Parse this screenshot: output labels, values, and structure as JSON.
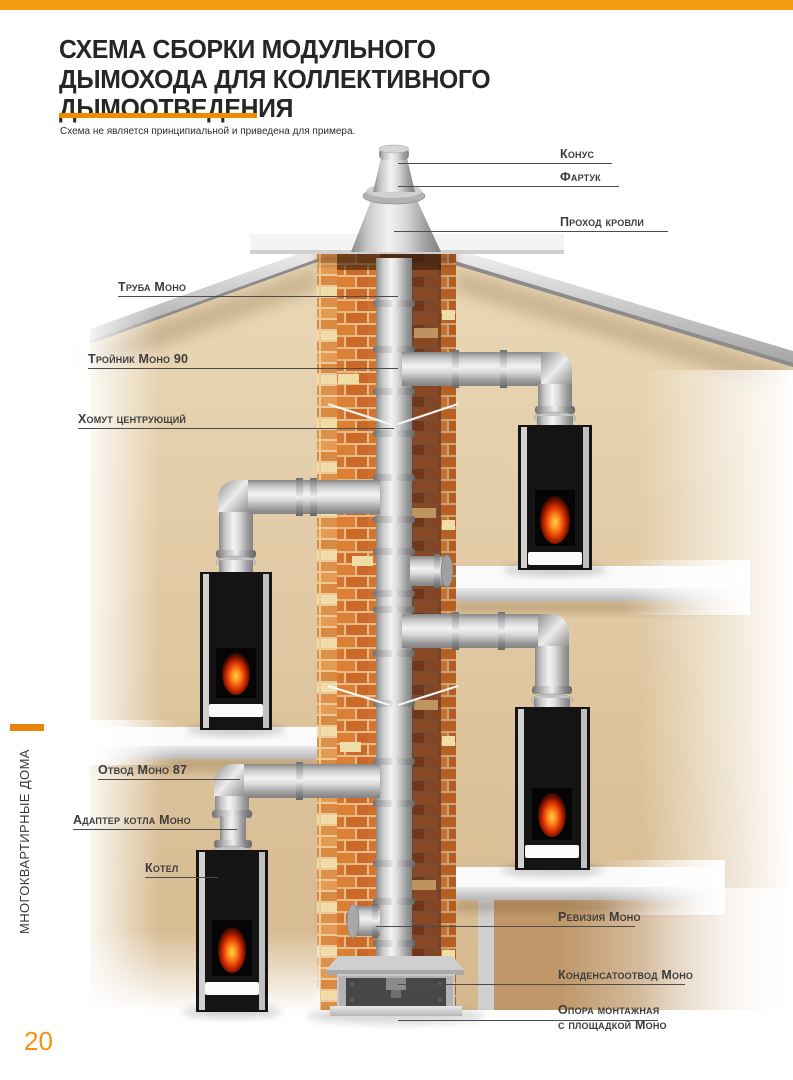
{
  "page": {
    "number": "20",
    "sidebar_label": "МНОГОКВАРТИРНЫЕ ДОМА"
  },
  "header": {
    "title_lines": [
      "СХЕМА СБОРКИ МОДУЛЬНОГО",
      "ДЫМОХОДА ДЛЯ КОЛЛЕКТИВНОГО",
      "ДЫМООТВЕДЕНИЯ"
    ],
    "subtitle": "Схема не является принципиальной и приведена для примера."
  },
  "diagram": {
    "labels": {
      "konus": "Конус",
      "fartuk": "Фартук",
      "prohod_krovli": "Проход кровли",
      "truba_mono": "Труба Моно",
      "troynik_mono_90": "Тройник Моно 90",
      "homut_centr": "Хомут центрующий",
      "otvod_mono_87": "Отвод Моно 87",
      "adapter_kotla_mono": "Адаптер котла Моно",
      "kotel": "Котел",
      "reviziya_mono": "Ревизия Моно",
      "kondensatootvod_mono": "Конденсатоотвод Моно",
      "opora_line1": "Опора монтажная",
      "opora_line2": "с площадкой Моно"
    }
  },
  "colors": {
    "accent": "#f08a00",
    "top_bar": "#f49b12",
    "page_number": "#f1930f",
    "brick": "#d5752e",
    "wall": "#e6d2ae",
    "steel": "#d9d9d9",
    "flame": "#ff7a1e",
    "label_text": "#3c3c3c"
  }
}
